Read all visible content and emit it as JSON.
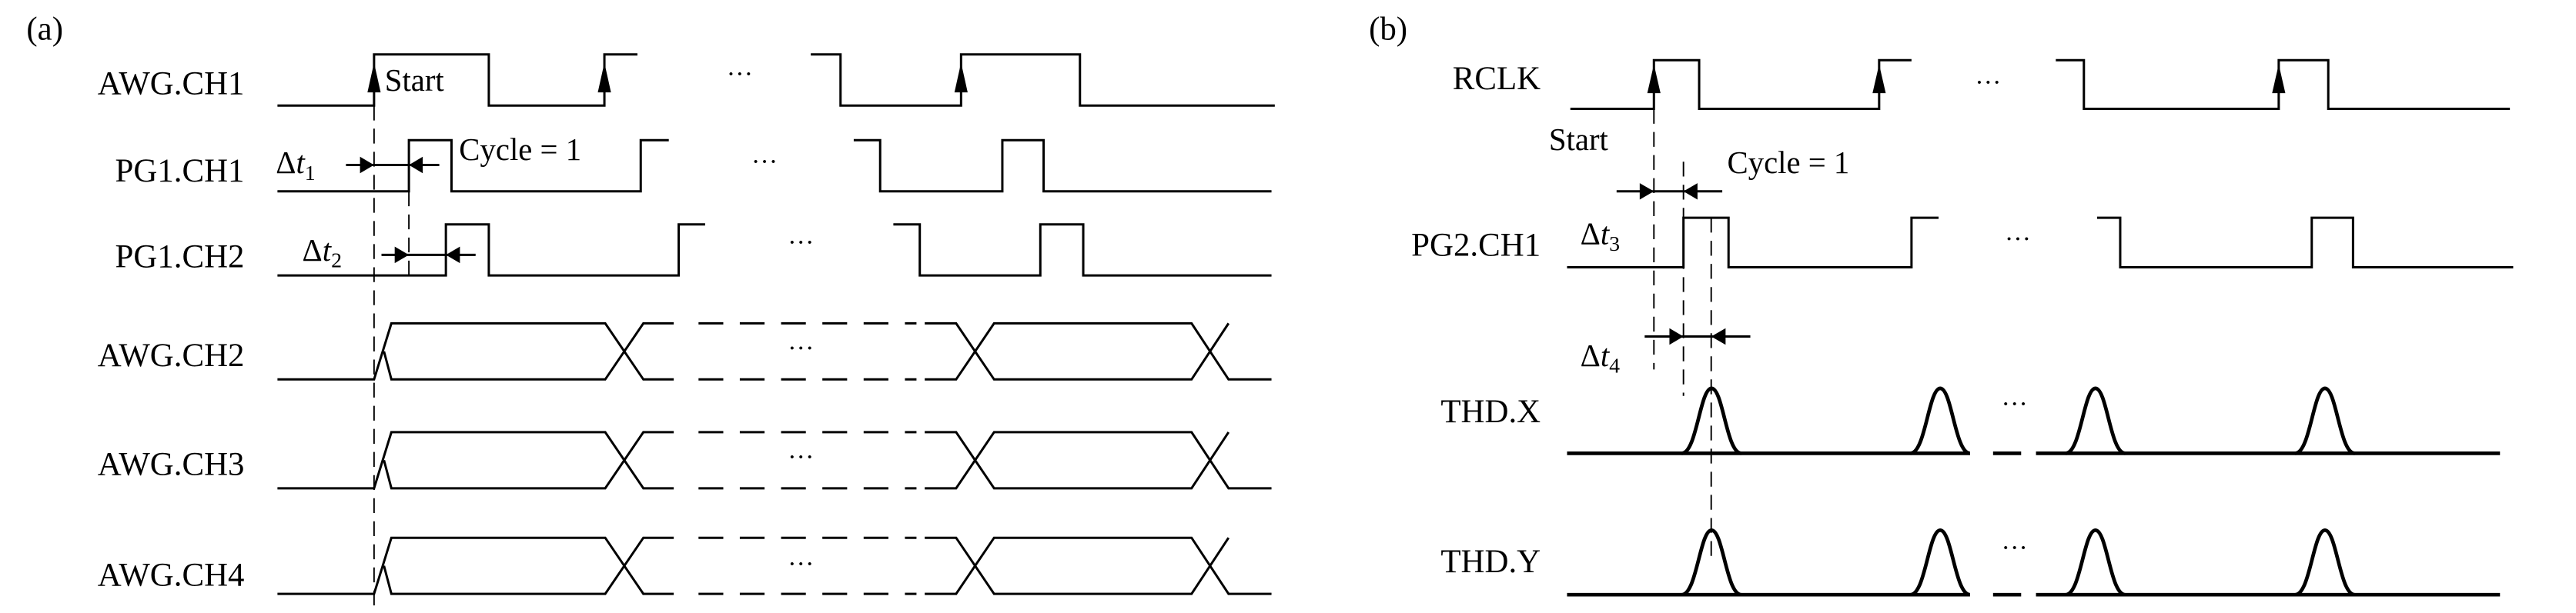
{
  "panel_a": {
    "tag": "(a)",
    "signals": [
      "AWG.CH1",
      "PG1.CH1",
      "PG1.CH2",
      "AWG.CH2",
      "AWG.CH3",
      "AWG.CH4"
    ],
    "start_label": "Start",
    "cycle_label": "Cycle = 1",
    "delta_t1": {
      "base": "Δ",
      "var": "t",
      "sub": "1"
    },
    "delta_t2": {
      "base": "Δ",
      "var": "t",
      "sub": "2"
    }
  },
  "panel_b": {
    "tag": "(b)",
    "signals": [
      "RCLK",
      "PG2.CH1",
      "THD.X",
      "THD.Y"
    ],
    "start_label": "Start",
    "cycle_label": "Cycle = 1",
    "delta_t3": {
      "base": "Δ",
      "var": "t",
      "sub": "3"
    },
    "delta_t4": {
      "base": "Δ",
      "var": "t",
      "sub": "4"
    }
  },
  "ellipsis": "···"
}
